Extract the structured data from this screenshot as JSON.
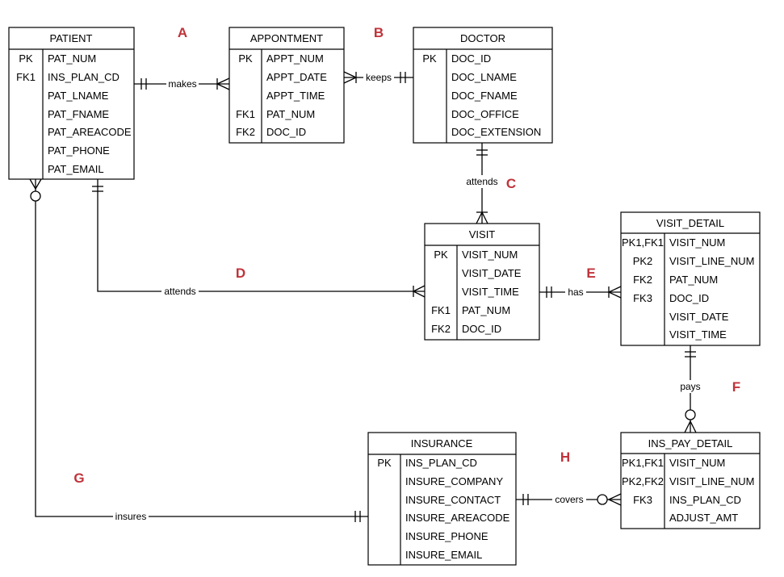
{
  "entities": {
    "patient": {
      "title": "PATIENT",
      "rows": [
        {
          "key": "PK",
          "name": "PAT_NUM"
        },
        {
          "key": "FK1",
          "name": "INS_PLAN_CD"
        },
        {
          "key": "",
          "name": "PAT_LNAME"
        },
        {
          "key": "",
          "name": "PAT_FNAME"
        },
        {
          "key": "",
          "name": "PAT_AREACODE"
        },
        {
          "key": "",
          "name": "PAT_PHONE"
        },
        {
          "key": "",
          "name": "PAT_EMAIL"
        }
      ]
    },
    "appointment": {
      "title": "APPONTMENT",
      "rows": [
        {
          "key": "PK",
          "name": "APPT_NUM"
        },
        {
          "key": "",
          "name": "APPT_DATE"
        },
        {
          "key": "",
          "name": "APPT_TIME"
        },
        {
          "key": "FK1",
          "name": "PAT_NUM"
        },
        {
          "key": "FK2",
          "name": "DOC_ID"
        }
      ]
    },
    "doctor": {
      "title": "DOCTOR",
      "rows": [
        {
          "key": "PK",
          "name": "DOC_ID"
        },
        {
          "key": "",
          "name": "DOC_LNAME"
        },
        {
          "key": "",
          "name": "DOC_FNAME"
        },
        {
          "key": "",
          "name": "DOC_OFFICE"
        },
        {
          "key": "",
          "name": "DOC_EXTENSION"
        }
      ]
    },
    "visit": {
      "title": "VISIT",
      "rows": [
        {
          "key": "PK",
          "name": "VISIT_NUM"
        },
        {
          "key": "",
          "name": "VISIT_DATE"
        },
        {
          "key": "",
          "name": "VISIT_TIME"
        },
        {
          "key": "FK1",
          "name": "PAT_NUM"
        },
        {
          "key": "FK2",
          "name": "DOC_ID"
        }
      ]
    },
    "visit_detail": {
      "title": "VISIT_DETAIL",
      "rows": [
        {
          "key": "PK1,FK1",
          "name": "VISIT_NUM"
        },
        {
          "key": "PK2",
          "name": "VISIT_LINE_NUM"
        },
        {
          "key": "FK2",
          "name": "PAT_NUM"
        },
        {
          "key": "FK3",
          "name": "DOC_ID"
        },
        {
          "key": "",
          "name": "VISIT_DATE"
        },
        {
          "key": "",
          "name": "VISIT_TIME"
        }
      ]
    },
    "insurance": {
      "title": "INSURANCE",
      "rows": [
        {
          "key": "PK",
          "name": "INS_PLAN_CD"
        },
        {
          "key": "",
          "name": "INSURE_COMPANY"
        },
        {
          "key": "",
          "name": "INSURE_CONTACT"
        },
        {
          "key": "",
          "name": "INSURE_AREACODE"
        },
        {
          "key": "",
          "name": "INSURE_PHONE"
        },
        {
          "key": "",
          "name": "INSURE_EMAIL"
        }
      ]
    },
    "ins_pay_detail": {
      "title": "INS_PAY_DETAIL",
      "rows": [
        {
          "key": "PK1,FK1",
          "name": "VISIT_NUM"
        },
        {
          "key": "PK2,FK2",
          "name": "VISIT_LINE_NUM"
        },
        {
          "key": "FK3",
          "name": "INS_PLAN_CD"
        },
        {
          "key": "",
          "name": "ADJUST_AMT"
        }
      ]
    }
  },
  "relationships": {
    "makes": "makes",
    "keeps": "keeps",
    "attends_doctor": "attends",
    "attends_patient": "attends",
    "has": "has",
    "pays": "pays",
    "insures": "insures",
    "covers": "covers"
  },
  "letters": {
    "a": "A",
    "b": "B",
    "c": "C",
    "d": "D",
    "e": "E",
    "f": "F",
    "g": "G",
    "h": "H"
  },
  "colors": {
    "letter": "#c0333a",
    "line": "#000000"
  }
}
